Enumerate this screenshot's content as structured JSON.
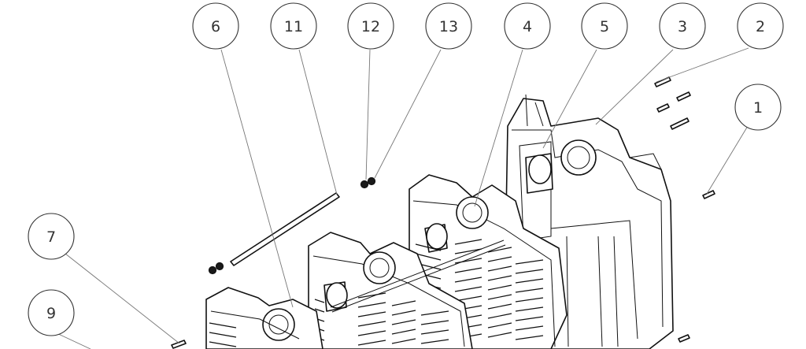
{
  "diagram": {
    "balloons": [
      {
        "id": "balloon-6",
        "label": "6"
      },
      {
        "id": "balloon-11",
        "label": "11"
      },
      {
        "id": "balloon-12",
        "label": "12"
      },
      {
        "id": "balloon-13",
        "label": "13"
      },
      {
        "id": "balloon-4",
        "label": "4"
      },
      {
        "id": "balloon-5",
        "label": "5"
      },
      {
        "id": "balloon-3",
        "label": "3"
      },
      {
        "id": "balloon-2",
        "label": "2"
      },
      {
        "id": "balloon-1",
        "label": "1"
      },
      {
        "id": "balloon-7",
        "label": "7"
      },
      {
        "id": "balloon-9",
        "label": "9"
      }
    ]
  }
}
